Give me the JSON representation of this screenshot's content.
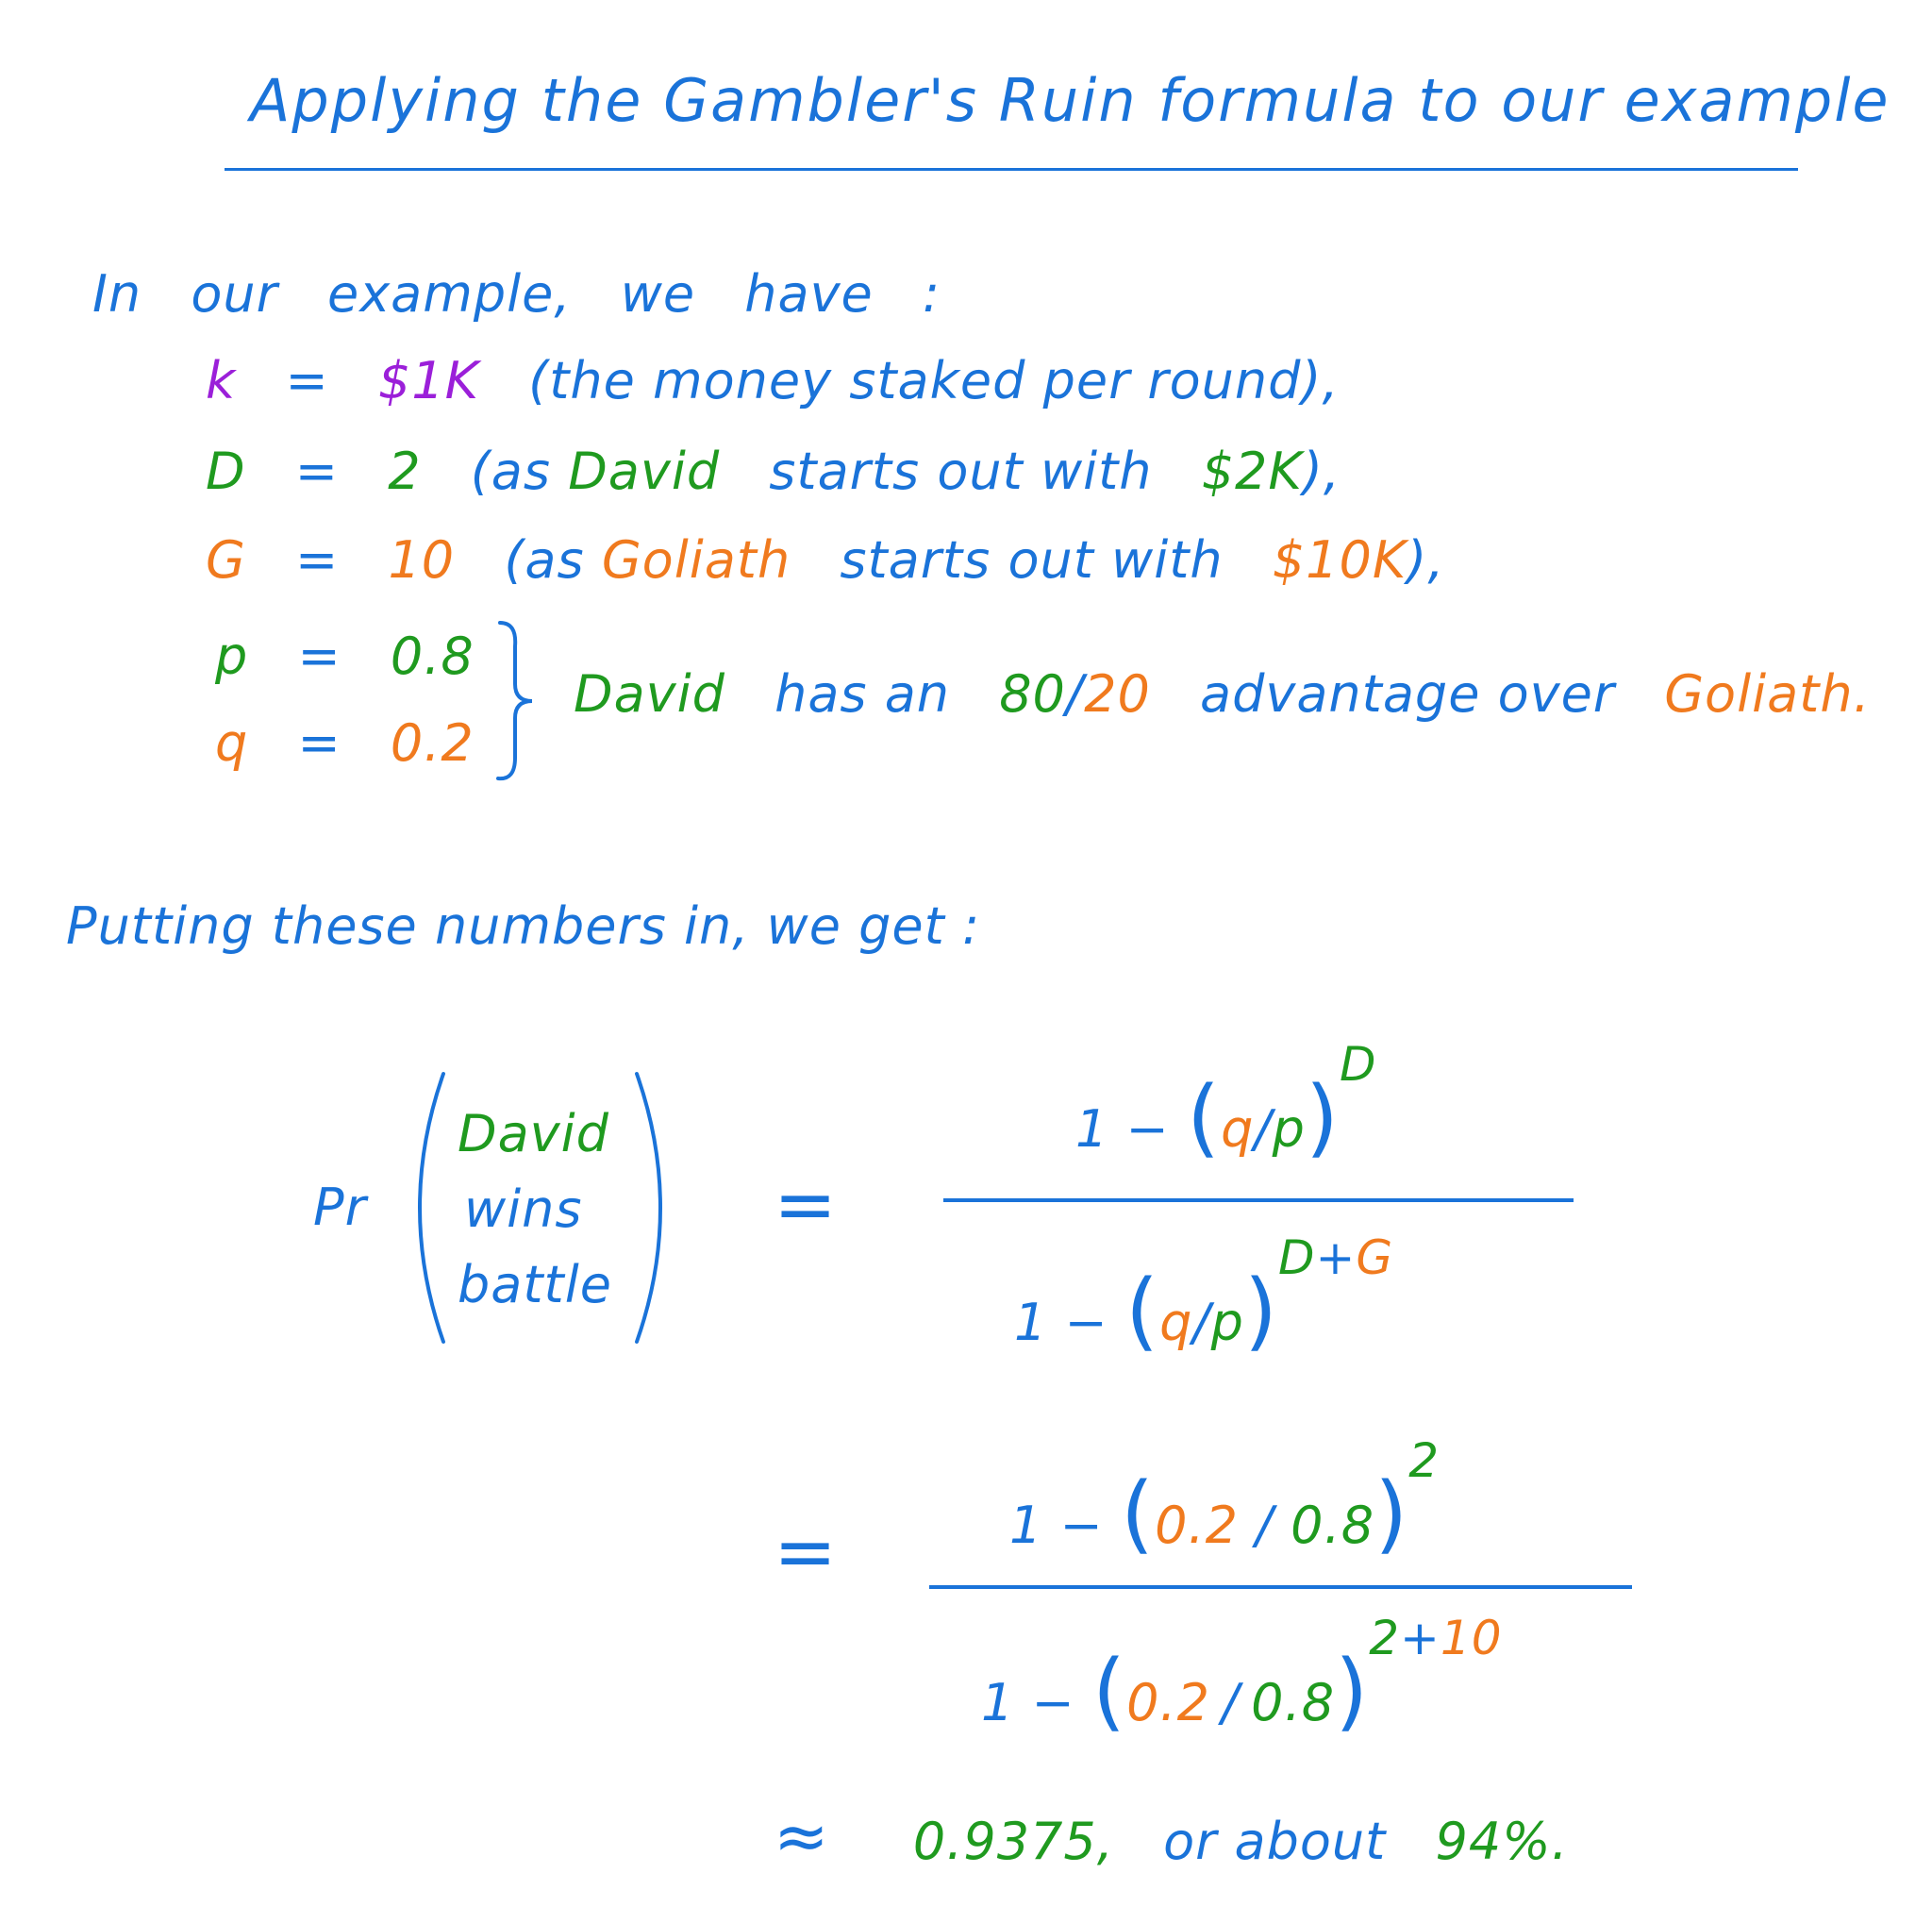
{
  "title": "Applying the Gambler's Ruin formula to our example",
  "intro": [
    "In",
    "our",
    "example,",
    "we",
    "have",
    ":"
  ],
  "vars": {
    "k": {
      "lhs": "k",
      "eq": "=",
      "val": "$1K",
      "desc": "(the money staked per round),"
    },
    "D": {
      "lhs": "D",
      "eq": "=",
      "val": "2",
      "open": "(as",
      "name": "David",
      "mid": "starts out with",
      "amount": "$2K",
      "close": "),"
    },
    "G": {
      "lhs": "G",
      "eq": "=",
      "val": "10",
      "open": "(as",
      "name": "Goliath",
      "mid": "starts out with",
      "amount": "$10K",
      "close": "),"
    },
    "p": {
      "lhs": "p",
      "eq": "=",
      "val": "0.8"
    },
    "q": {
      "lhs": "q",
      "eq": "=",
      "val": "0.2"
    },
    "advantage": {
      "name1": "David",
      "text1": "has an",
      "ratio_a": "80",
      "slash": "/",
      "ratio_b": "20",
      "text2": "advantage over",
      "name2": "Goliath",
      "end": "."
    }
  },
  "putting": "Putting these numbers in, we get :",
  "formula": {
    "pr": "Pr",
    "event": [
      "David",
      "wins",
      "battle"
    ],
    "eq": "=",
    "num": {
      "one": "1 −",
      "q": "q",
      "slash": "/",
      "p": "p",
      "exp": "D"
    },
    "den": {
      "one": "1 −",
      "q": "q",
      "slash": "/",
      "p": "p",
      "exp_d": "D",
      "exp_plus": "+",
      "exp_g": "G"
    }
  },
  "numeric": {
    "eq": "=",
    "num": {
      "one": "1 −",
      "q": "0.2",
      "slash": "/",
      "p": "0.8",
      "exp": "2"
    },
    "den": {
      "one": "1 −",
      "q": "0.2",
      "slash": "/",
      "p": "0.8",
      "exp_a": "2",
      "exp_plus": "+",
      "exp_b": "10"
    }
  },
  "result": {
    "approx": "≈",
    "value": "0.9375,",
    "text": "or about",
    "percent": "94%."
  },
  "colors": {
    "blue": "#1a73d9",
    "green": "#1f9a1f",
    "orange": "#f07a1e",
    "purple": "#9b1fd9"
  }
}
